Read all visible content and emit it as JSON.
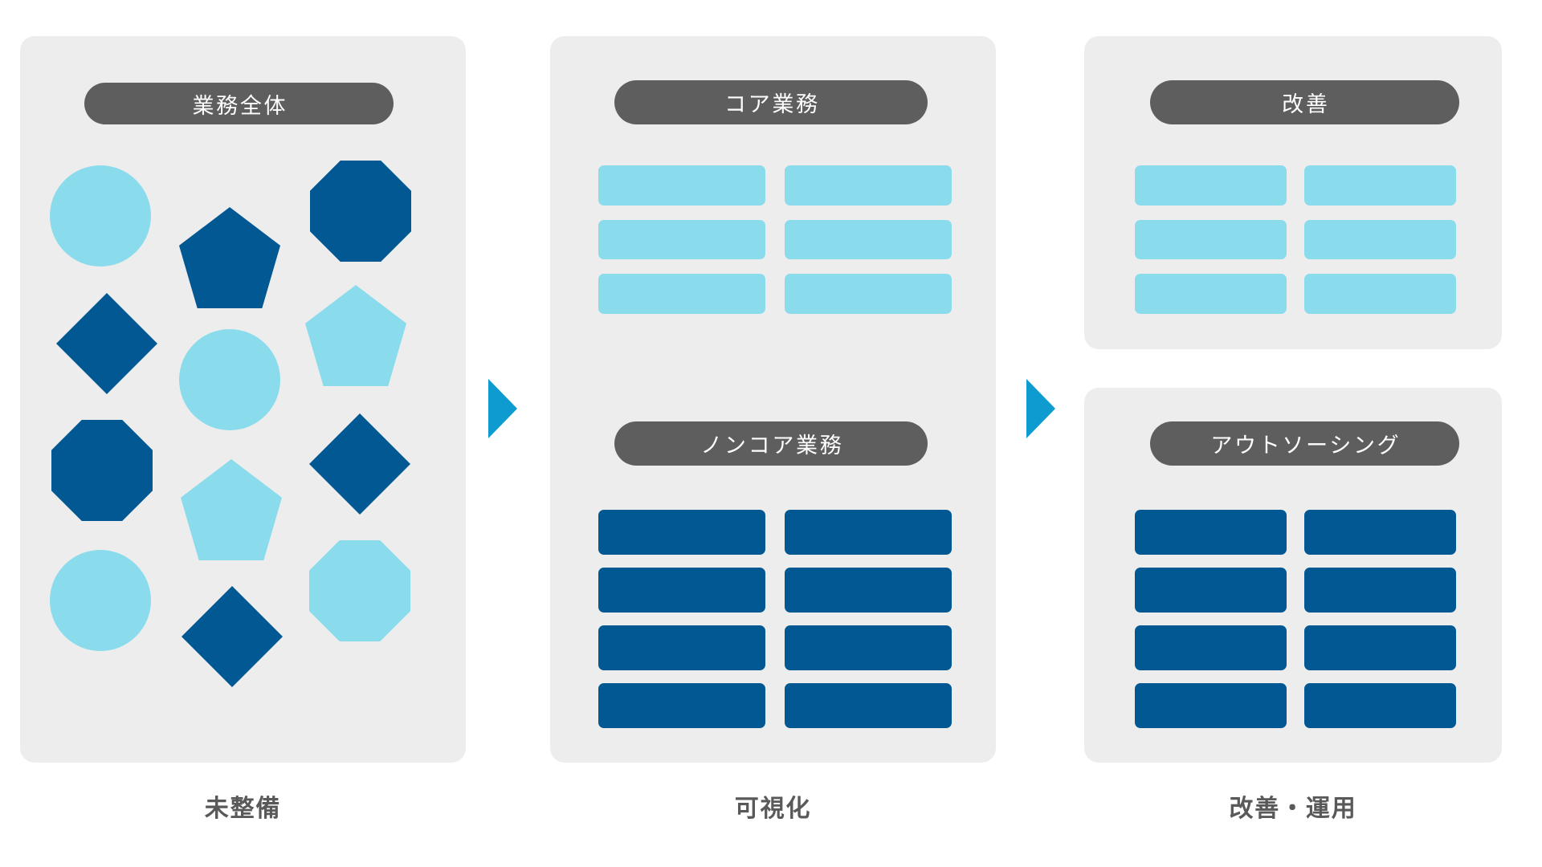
{
  "theme": {
    "panel_bg": "#ededed",
    "pill_bg": "#5e5e5e",
    "pill_text": "#ffffff",
    "light_blue": "#8adcec",
    "dark_blue": "#015892",
    "arrow_color": "#0e9bd0",
    "caption_color": "#595959",
    "page_bg": "#ffffff"
  },
  "stages": [
    {
      "id": "stage-1",
      "caption": "未整備",
      "groups": [
        {
          "id": "all-work",
          "header": "業務全体",
          "content_type": "scattered-shapes",
          "shapes": [
            {
              "form": "circle",
              "tone": "light"
            },
            {
              "form": "pentagon",
              "tone": "dark"
            },
            {
              "form": "octagon",
              "tone": "dark"
            },
            {
              "form": "diamond",
              "tone": "dark"
            },
            {
              "form": "circle",
              "tone": "light"
            },
            {
              "form": "pentagon",
              "tone": "light"
            },
            {
              "form": "octagon",
              "tone": "dark"
            },
            {
              "form": "pentagon",
              "tone": "light"
            },
            {
              "form": "diamond",
              "tone": "dark"
            },
            {
              "form": "circle",
              "tone": "light"
            },
            {
              "form": "diamond",
              "tone": "dark"
            },
            {
              "form": "octagon",
              "tone": "light"
            }
          ]
        }
      ]
    },
    {
      "id": "stage-2",
      "caption": "可視化",
      "groups": [
        {
          "id": "core-work",
          "header": "コア業務",
          "content_type": "bars",
          "bar_tone": "light",
          "rows": 3,
          "cols": 2,
          "bar_count": 6
        },
        {
          "id": "noncore-work",
          "header": "ノンコア業務",
          "content_type": "bars",
          "bar_tone": "dark",
          "rows": 4,
          "cols": 2,
          "bar_count": 8
        }
      ]
    },
    {
      "id": "stage-3",
      "caption": "改善・運用",
      "groups": [
        {
          "id": "improvement",
          "header": "改善",
          "content_type": "bars",
          "bar_tone": "light",
          "rows": 3,
          "cols": 2,
          "bar_count": 6
        },
        {
          "id": "outsourcing",
          "header": "アウトソーシング",
          "content_type": "bars",
          "bar_tone": "dark",
          "rows": 4,
          "cols": 2,
          "bar_count": 8
        }
      ]
    }
  ],
  "arrows": [
    {
      "id": "arrow-1",
      "direction": "right",
      "from": "stage-1",
      "to": "stage-2"
    },
    {
      "id": "arrow-2",
      "direction": "right",
      "from": "stage-2",
      "to": "stage-3"
    }
  ]
}
